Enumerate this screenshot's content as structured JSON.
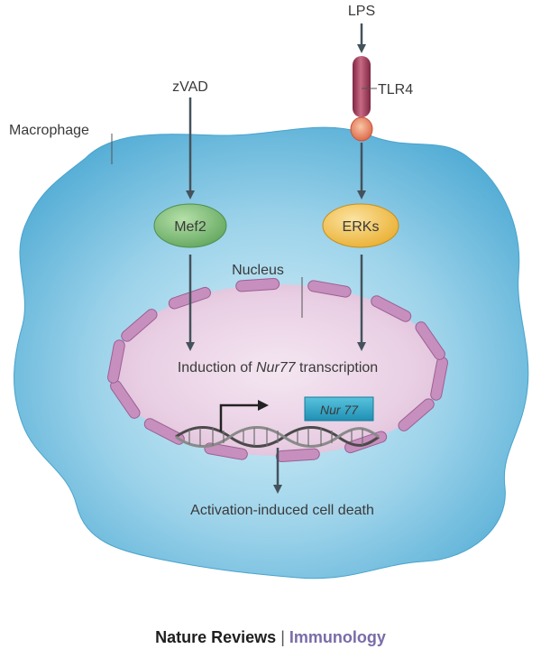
{
  "labels": {
    "lps": "LPS",
    "tlr4": "TLR4",
    "zvad": "zVAD",
    "macrophage": "Macrophage",
    "mef2": "Mef2",
    "erks": "ERKs",
    "nucleus": "Nucleus",
    "induction_prefix": "Induction of ",
    "induction_gene": "Nur77",
    "induction_suffix": " transcription",
    "gene_box": "Nur 77",
    "outcome": "Activation-induced cell death"
  },
  "credit": {
    "publisher": "Nature Reviews",
    "separator": "|",
    "journal": "Immunology"
  },
  "colors": {
    "cell_fill": "#5ab4d9",
    "cell_light": "#bfe6f4",
    "nucleus_fill": "#efdcec",
    "envelope": "#c68fbe",
    "mef2_fill": "#7fc27a",
    "erks_fill": "#f4c24a",
    "tlr4_fill": "#a53b5a",
    "gene_box_fill": "#29a6c8",
    "arrow": "#44525c"
  }
}
